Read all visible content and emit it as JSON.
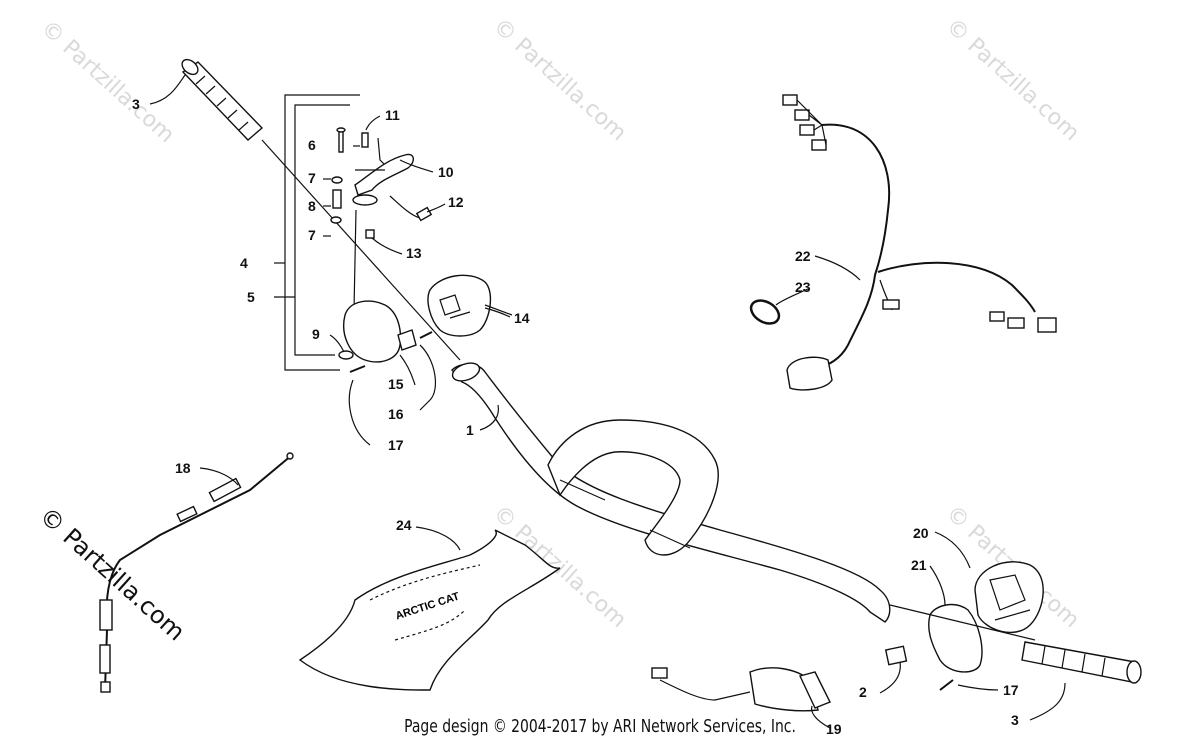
{
  "watermarks": {
    "small": "© Partzilla.com",
    "large": "© Partzilla.com"
  },
  "footer": "Page design © 2004-2017 by ARI Network Services, Inc.",
  "pad_text": "ARCTIC CAT",
  "callouts": {
    "c1": "1",
    "c2": "2",
    "c3a": "3",
    "c3b": "3",
    "c4": "4",
    "c5": "5",
    "c6": "6",
    "c7a": "7",
    "c7b": "7",
    "c8": "8",
    "c9": "9",
    "c10": "10",
    "c11": "11",
    "c12": "12",
    "c13": "13",
    "c14": "14",
    "c15": "15",
    "c16": "16",
    "c17a": "17",
    "c17b": "17",
    "c18": "18",
    "c19": "19",
    "c20": "20",
    "c21": "21",
    "c22": "22",
    "c23": "23",
    "c24": "24"
  }
}
